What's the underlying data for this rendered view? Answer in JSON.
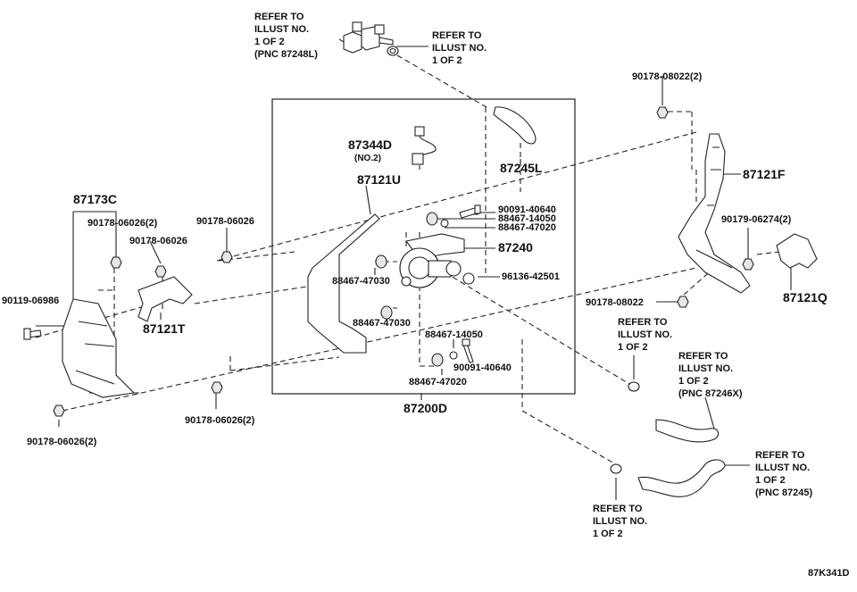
{
  "diagram_code": "87K341D",
  "assembly": {
    "box_label": "87200D"
  },
  "part_numbers": {
    "p87173C": "87173C",
    "p90178_06026_2a": "90178-06026(2)",
    "p90178_06026a": "90178-06026",
    "p90178_06026b": "90178-06026",
    "p90119_06986": "90119-06986",
    "p87121T": "87121T",
    "p90178_06026_2b": "90178-06026(2)",
    "p90178_06026_2c": "90178-06026(2)",
    "p87344D": "87344D",
    "p87344D_note": "(NO.2)",
    "p87121U": "87121U",
    "p87245L": "87245L",
    "p90091_40640a": "90091-40640",
    "p88467_14050a": "88467-14050",
    "p88467_47020a": "88467-47020",
    "p87240": "87240",
    "p96136_42501": "96136-42501",
    "p88467_47030a": "88467-47030",
    "p88467_47030b": "88467-47030",
    "p88467_14050b": "88467-14050",
    "p90091_40640b": "90091-40640",
    "p88467_47020b": "88467-47020",
    "p90178_08022_2": "90178-08022(2)",
    "p87121F": "87121F",
    "p90179_06274_2": "90179-06274(2)",
    "p90178_08022": "90178-08022",
    "p87121Q": "87121Q"
  },
  "references": {
    "top_left": [
      "REFER TO",
      "ILLUST NO.",
      "1 OF 2",
      "(PNC 87248L)"
    ],
    "top_mid": [
      "REFER TO",
      "ILLUST NO.",
      "1 OF 2"
    ],
    "mid_right": [
      "REFER TO",
      "ILLUST NO.",
      "1 OF 2"
    ],
    "right_246x": [
      "REFER TO",
      "ILLUST NO.",
      "1 OF 2",
      "(PNC 87246X)"
    ],
    "right_245": [
      "REFER TO",
      "ILLUST NO.",
      "1 OF 2",
      "(PNC 87245)"
    ],
    "bottom": [
      "REFER TO",
      "ILLUST NO.",
      "1 OF 2"
    ]
  }
}
